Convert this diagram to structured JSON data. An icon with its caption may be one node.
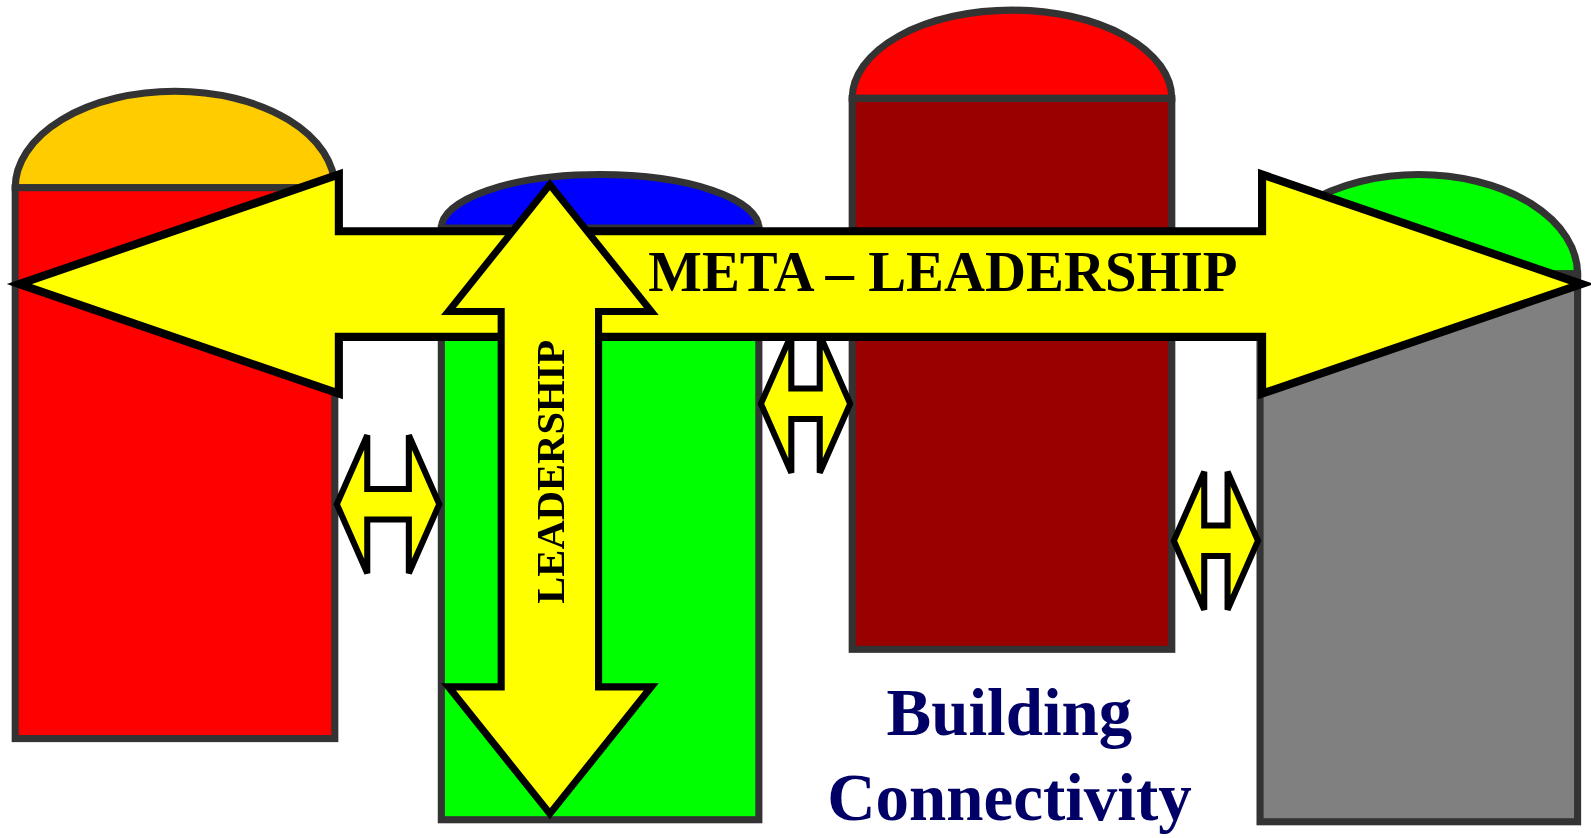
{
  "diagram": {
    "nodes": [
      {
        "text": [],
        "shape": "silo"
      },
      {
        "text": [],
        "shape": "silo"
      },
      {
        "text": [],
        "shape": "silo"
      },
      {
        "text": [],
        "shape": "silo"
      }
    ],
    "edges": [
      {
        "from": 0,
        "to": 3,
        "arrow": "both",
        "label": "META – LEADERSHIP",
        "style": "thick"
      },
      {
        "from": 0,
        "to": 1,
        "arrow": "both"
      },
      {
        "from": 1,
        "to": 2,
        "arrow": "both"
      },
      {
        "from": 2,
        "to": 3,
        "arrow": "both"
      }
    ],
    "labels": [
      "LEADERSHIP",
      "Building Connectivity"
    ]
  }
}
